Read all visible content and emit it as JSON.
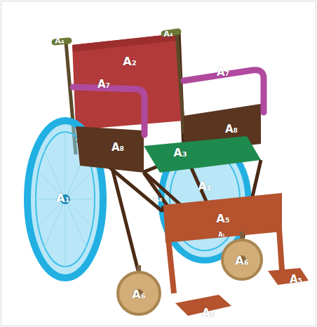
{
  "diagram": {
    "labels": [
      "A₄",
      "A₄",
      "A₂",
      "A₇",
      "A₇",
      "A₈",
      "A₈",
      "A₃",
      "A₁",
      "A₁",
      "A₈",
      "A₅",
      "A₁",
      "A₆",
      "A₅",
      "A₆",
      "A₅"
    ]
  }
}
